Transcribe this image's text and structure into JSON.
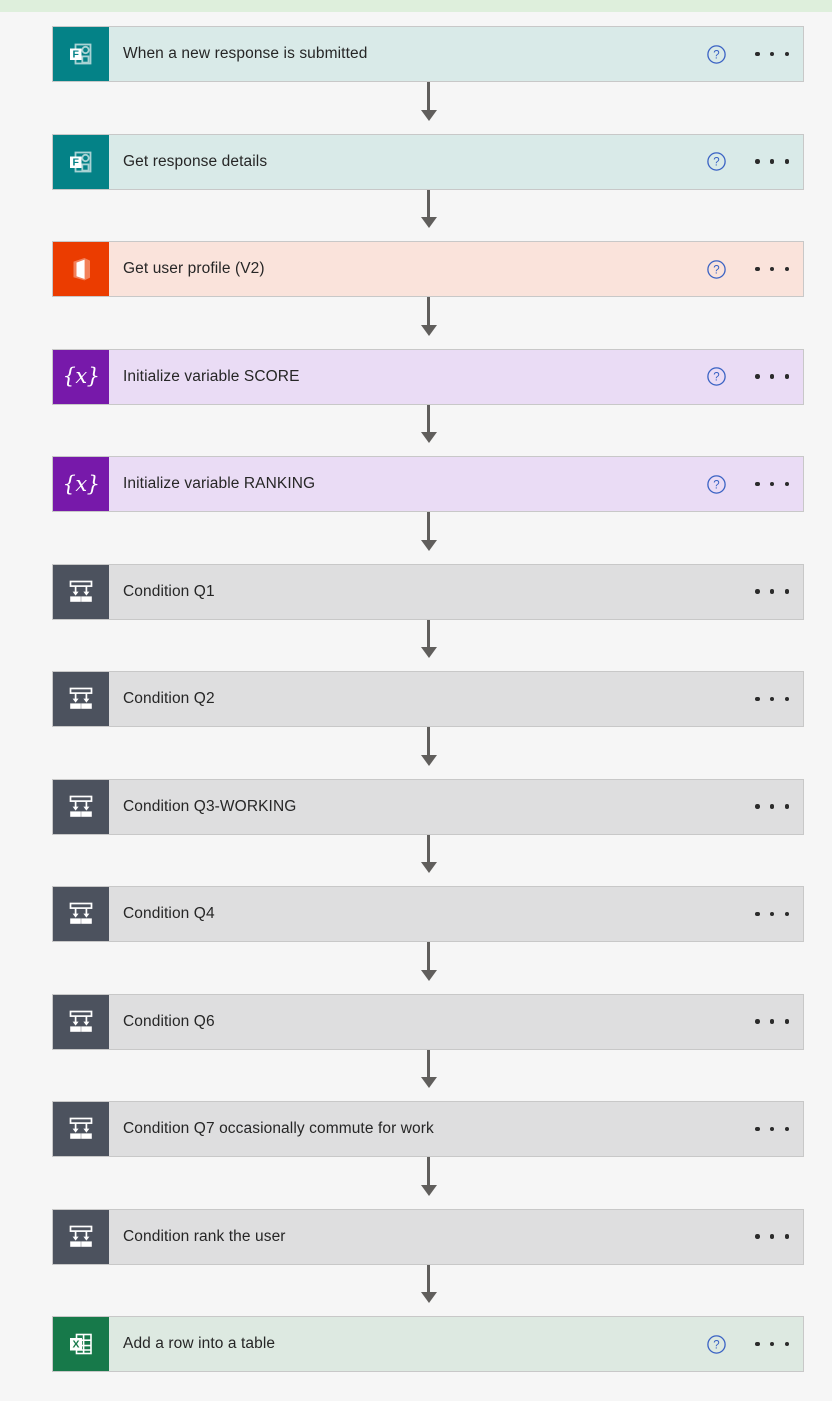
{
  "canvas": {
    "background_color": "#f6f6f6",
    "top_band_color": "#deefdc"
  },
  "icons": {
    "help": "help-circle-icon",
    "menu": "ellipsis-icon",
    "forms": "microsoft-forms-icon",
    "office": "office-365-users-icon",
    "variable": "variable-braces-x-icon",
    "condition": "condition-branch-icon",
    "excel": "microsoft-excel-icon",
    "arrow": "down-arrow-connector-icon"
  },
  "colors": {
    "forms_icon": "#048287",
    "forms_body": "#d9eae8",
    "office_icon": "#eb3c00",
    "office_body": "#fae3db",
    "variable_icon": "#7719aa",
    "variable_body": "#eadcf5",
    "condition_icon": "#4c525e",
    "condition_body": "#dededf",
    "excel_icon": "#17794a",
    "excel_body": "#dde9e1",
    "connector": "#605e5c",
    "help_blue": "#2b579a"
  },
  "flow": {
    "steps": [
      {
        "title": "When a new response is submitted",
        "type": "forms",
        "has_help": true,
        "has_menu": true
      },
      {
        "title": "Get response details",
        "type": "forms",
        "has_help": true,
        "has_menu": true
      },
      {
        "title": "Get user profile (V2)",
        "type": "office",
        "has_help": true,
        "has_menu": true
      },
      {
        "title": "Initialize variable SCORE",
        "type": "variable",
        "has_help": true,
        "has_menu": true
      },
      {
        "title": "Initialize variable RANKING",
        "type": "variable",
        "has_help": true,
        "has_menu": true
      },
      {
        "title": "Condition Q1",
        "type": "condition",
        "has_help": false,
        "has_menu": true
      },
      {
        "title": "Condition Q2",
        "type": "condition",
        "has_help": false,
        "has_menu": true
      },
      {
        "title": "Condition Q3-WORKING",
        "type": "condition",
        "has_help": false,
        "has_menu": true
      },
      {
        "title": "Condition Q4",
        "type": "condition",
        "has_help": false,
        "has_menu": true
      },
      {
        "title": "Condition Q6",
        "type": "condition",
        "has_help": false,
        "has_menu": true
      },
      {
        "title": "Condition Q7 occasionally commute for work",
        "type": "condition",
        "has_help": false,
        "has_menu": true
      },
      {
        "title": "Condition rank the user",
        "type": "condition",
        "has_help": false,
        "has_menu": true
      },
      {
        "title": "Add a row into a table",
        "type": "excel",
        "has_help": true,
        "has_menu": true
      }
    ],
    "variable_glyph": "{x}"
  }
}
